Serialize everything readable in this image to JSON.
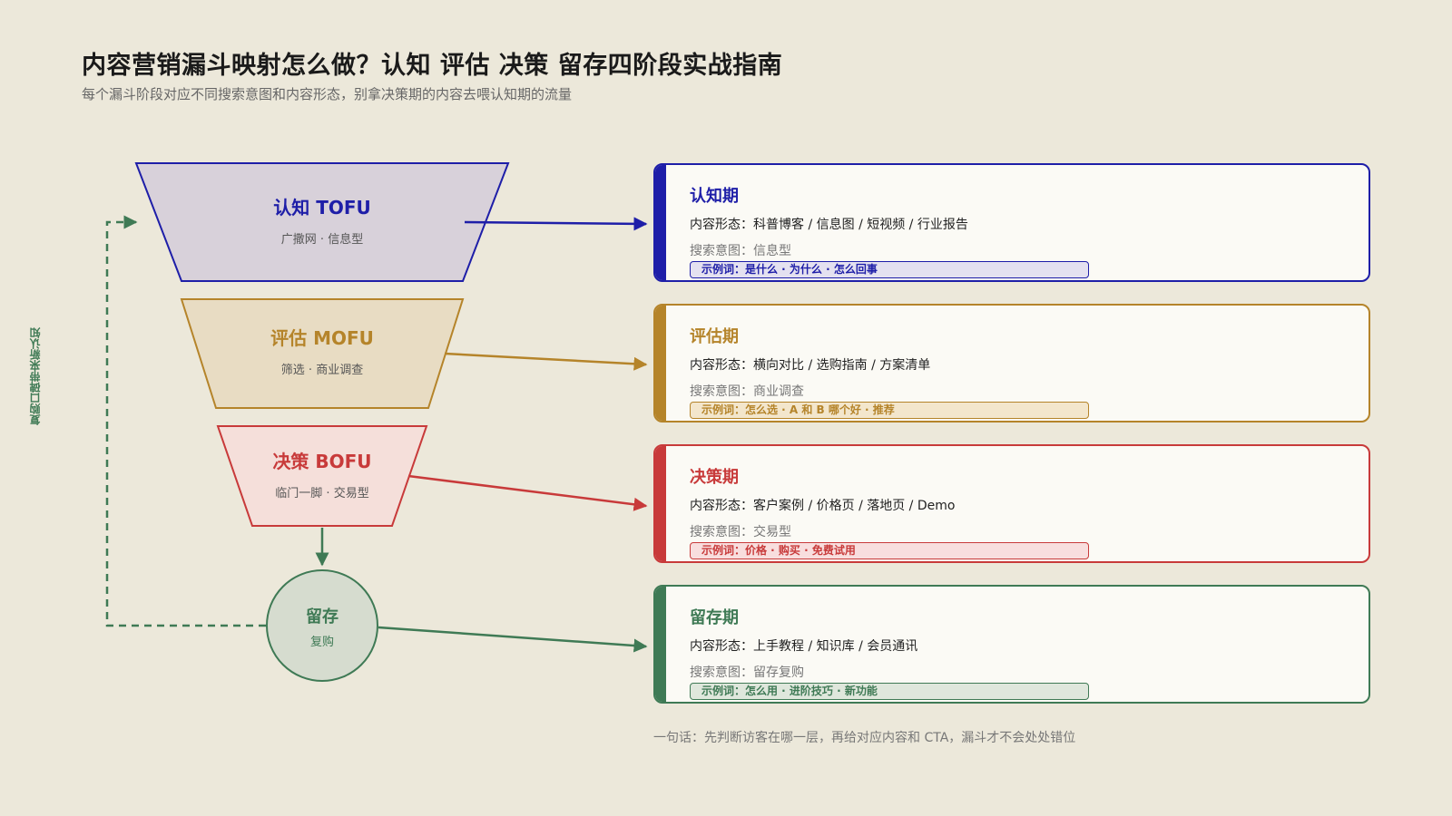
{
  "header": {
    "title": "内容营销漏斗映射怎么做？认知 评估 决策 留存四阶段实战指南",
    "subtitle": "每个漏斗阶段对应不同搜索意图和内容形态，别拿决策期的内容去喂认知期的流量"
  },
  "funnel": {
    "tofu": {
      "label": "认知 TOFU",
      "sub": "广撒网 · 信息型",
      "color": "#1e1ea8",
      "fill": "#d8d1da"
    },
    "mofu": {
      "label": "评估 MOFU",
      "sub": "筛选 · 商业调查",
      "color": "#b5842a",
      "fill": "#e8dcc3"
    },
    "bofu": {
      "label": "决策 BOFU",
      "sub": "临门一脚 · 交易型",
      "color": "#c83a3a",
      "fill": "#f5dfda"
    },
    "retention": {
      "label": "留存",
      "sub": "复购",
      "color": "#3f7a55",
      "fill": "#d6dccf"
    },
    "loop_label": "复购口碑带来新认知"
  },
  "stages": [
    {
      "title": "认知期",
      "form": "内容形态：科普博客 / 信息图 / 短视频 / 行业报告",
      "intent": "搜索意图：信息型",
      "examples": "示例词：是什么 · 为什么 · 怎么回事",
      "color": "#1e1ea8",
      "ex_bg": "#e4e1f0"
    },
    {
      "title": "评估期",
      "form": "内容形态：横向对比 / 选购指南 / 方案清单",
      "intent": "搜索意图：商业调查",
      "examples": "示例词：怎么选 · A 和 B 哪个好 · 推荐",
      "color": "#b5842a",
      "ex_bg": "#f3e6cc"
    },
    {
      "title": "决策期",
      "form": "内容形态：客户案例 / 价格页 / 落地页 / Demo",
      "intent": "搜索意图：交易型",
      "examples": "示例词：价格 · 购买 · 免费试用",
      "color": "#c83a3a",
      "ex_bg": "#f8dede"
    },
    {
      "title": "留存期",
      "form": "内容形态：上手教程 / 知识库 / 会员通讯",
      "intent": "搜索意图：留存复购",
      "examples": "示例词：怎么用 · 进阶技巧 · 新功能",
      "color": "#3f7a55",
      "ex_bg": "#dfe7dc"
    }
  ],
  "footer": "一句话：先判断访客在哪一层，再给对应内容和 CTA，漏斗才不会处处错位"
}
